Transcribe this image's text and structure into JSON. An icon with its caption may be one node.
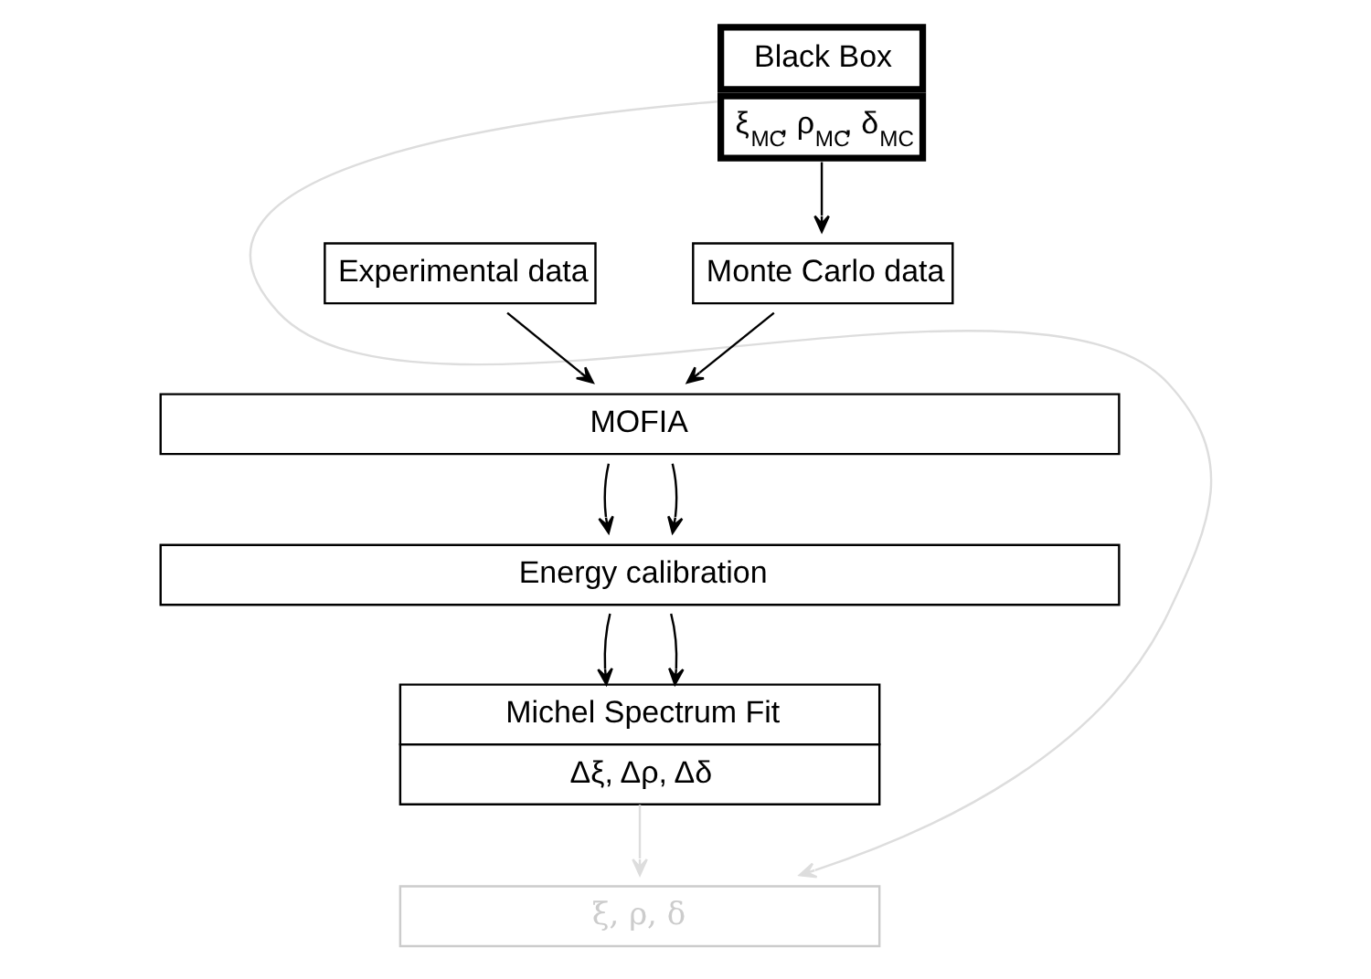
{
  "diagram": {
    "nodes": [
      {
        "text": [
          "Black Box",
          "ξ$_{MC}$, ρ$_{MC}$, δ$_{MC}$"
        ]
      },
      {
        "text": [
          "Experimental data"
        ]
      },
      {
        "text": [
          "Monte Carlo data"
        ]
      },
      {
        "text": [
          "MOFIA"
        ]
      },
      {
        "text": [
          "Energy calibration"
        ]
      },
      {
        "text": [
          "Michel Spectrum Fit",
          "Δξ, Δρ, Δδ"
        ]
      },
      {
        "text": [
          "ξ, ρ, δ"
        ]
      }
    ],
    "edges": [
      {
        "from": 0,
        "to": 2,
        "arrow": "to"
      },
      {
        "from": 1,
        "to": 3,
        "arrow": "to"
      },
      {
        "from": 2,
        "to": 3,
        "arrow": "to"
      },
      {
        "from": 3,
        "to": 4,
        "arrow": "to"
      },
      {
        "from": 3,
        "to": 4,
        "arrow": "to"
      },
      {
        "from": 4,
        "to": 5,
        "arrow": "to"
      },
      {
        "from": 4,
        "to": 5,
        "arrow": "to"
      },
      {
        "from": 5,
        "to": 6,
        "arrow": "to",
        "color": "#dddddd"
      },
      {
        "from": 0,
        "to": 6,
        "arrow": "to",
        "color": "#dddddd"
      }
    ]
  }
}
